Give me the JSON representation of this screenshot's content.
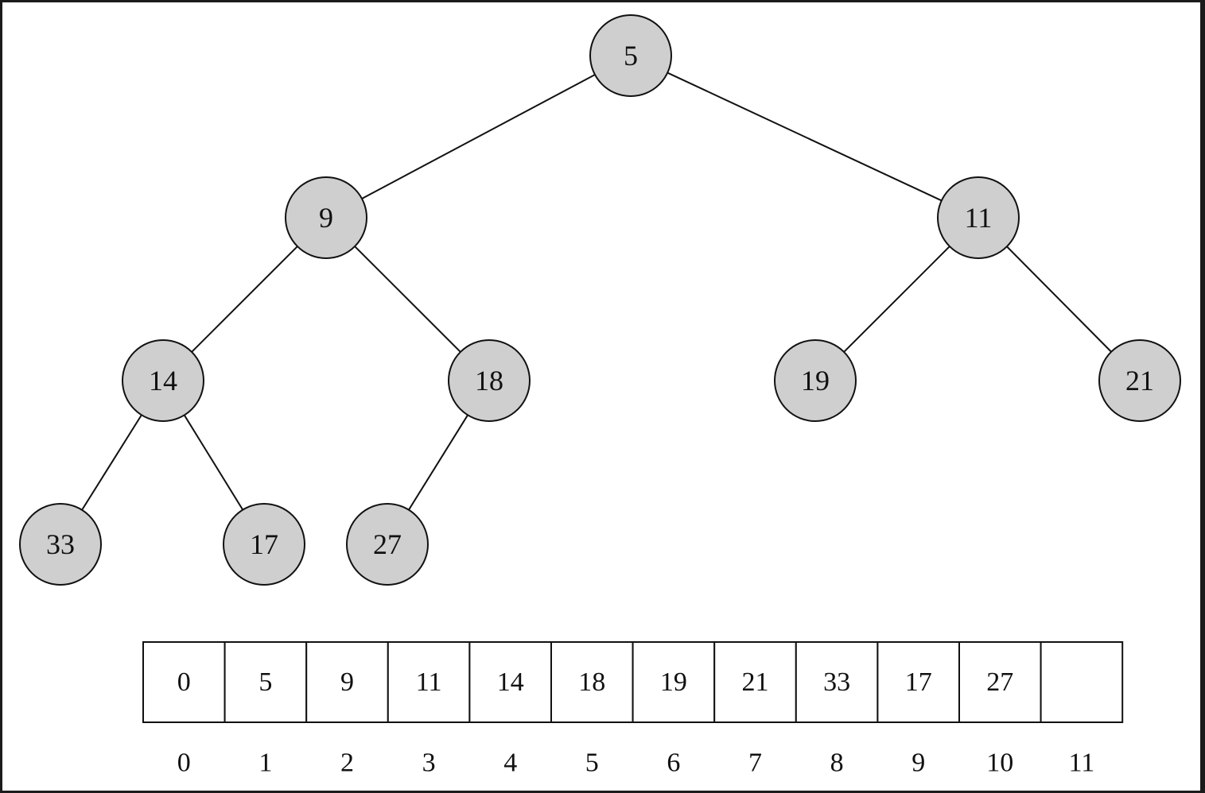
{
  "tree": {
    "nodes": [
      {
        "id": "n1",
        "value": "5"
      },
      {
        "id": "n2",
        "value": "9"
      },
      {
        "id": "n3",
        "value": "11"
      },
      {
        "id": "n4",
        "value": "14"
      },
      {
        "id": "n5",
        "value": "18"
      },
      {
        "id": "n6",
        "value": "19"
      },
      {
        "id": "n7",
        "value": "21"
      },
      {
        "id": "n8",
        "value": "33"
      },
      {
        "id": "n9",
        "value": "17"
      },
      {
        "id": "n10",
        "value": "27"
      }
    ],
    "edges": [
      [
        "n1",
        "n2"
      ],
      [
        "n1",
        "n3"
      ],
      [
        "n2",
        "n4"
      ],
      [
        "n2",
        "n5"
      ],
      [
        "n3",
        "n6"
      ],
      [
        "n3",
        "n7"
      ],
      [
        "n4",
        "n8"
      ],
      [
        "n4",
        "n9"
      ],
      [
        "n5",
        "n10"
      ]
    ]
  },
  "array": {
    "cells": [
      "0",
      "5",
      "9",
      "11",
      "14",
      "18",
      "19",
      "21",
      "33",
      "17",
      "27",
      ""
    ],
    "indices": [
      "0",
      "1",
      "2",
      "3",
      "4",
      "5",
      "6",
      "7",
      "8",
      "9",
      "10",
      "11"
    ]
  },
  "colors": {
    "node_fill": "#cfcfcf",
    "stroke": "#111111",
    "background": "#ffffff",
    "frame": "#1b1b1b"
  }
}
